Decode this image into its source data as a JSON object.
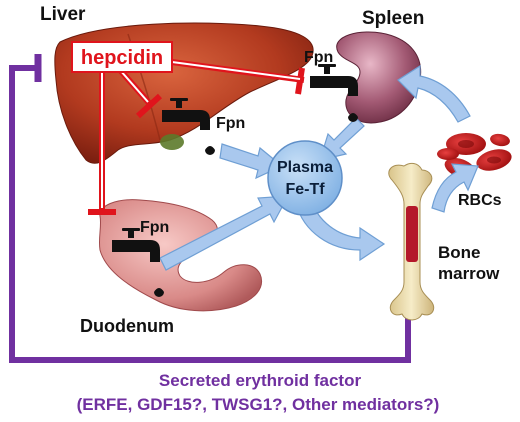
{
  "labels": {
    "liver": "Liver",
    "spleen": "Spleen",
    "hepcidin": "hepcidin",
    "fpn": "Fpn",
    "plasma_line1": "Plasma",
    "plasma_line2": "Fe-Tf",
    "rbcs": "RBCs",
    "bone_marrow_line1": "Bone",
    "bone_marrow_line2": "marrow",
    "duodenum": "Duodenum",
    "erythroid_line1": "Secreted erythroid factor",
    "erythroid_line2": "(ERFE, GDF15?, TWSG1?, Other mediators?)"
  },
  "colors": {
    "inhibition": "#e0141c",
    "feedback": "#7030a0",
    "flow_arrow": "#a9c8ee",
    "plasma_fill": "#9cc3ec"
  },
  "icons": [
    "faucet-icon",
    "iron-drop-icon",
    "inhibition-bar-icon"
  ]
}
